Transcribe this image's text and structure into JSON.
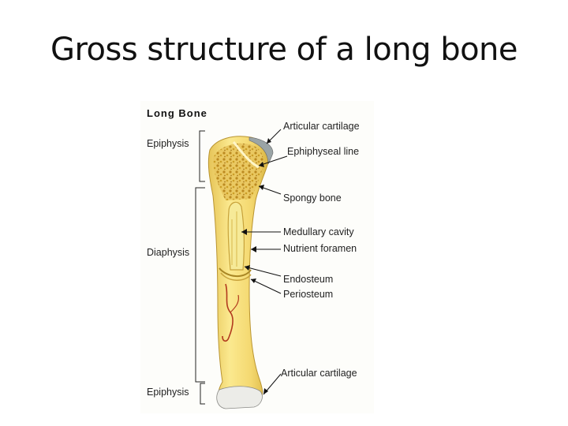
{
  "slide": {
    "title": "Gross structure of a long bone"
  },
  "figure": {
    "title": "Long Bone",
    "regions": {
      "epiphysis_top": "Epiphysis",
      "diaphysis": "Diaphysis",
      "epiphysis_bottom": "Epiphysis"
    },
    "labels": {
      "articular_cartilage_top": "Articular cartilage",
      "epiphyseal_line": "Ephiphyseal line",
      "spongy_bone": "Spongy bone",
      "medullary_cavity": "Medullary cavity",
      "nutrient_foramen": "Nutrient foramen",
      "endosteum": "Endosteum",
      "periosteum": "Periosteum",
      "articular_cartilage_bottom": "Articular cartilage"
    }
  },
  "colors": {
    "bone": "#f5dc78",
    "bone_shadow": "#d9b441",
    "spongy": "#c99a22",
    "marrow": "#f3e48e",
    "cartilage": "#e8e8e4",
    "vessel": "#b23a1e"
  }
}
